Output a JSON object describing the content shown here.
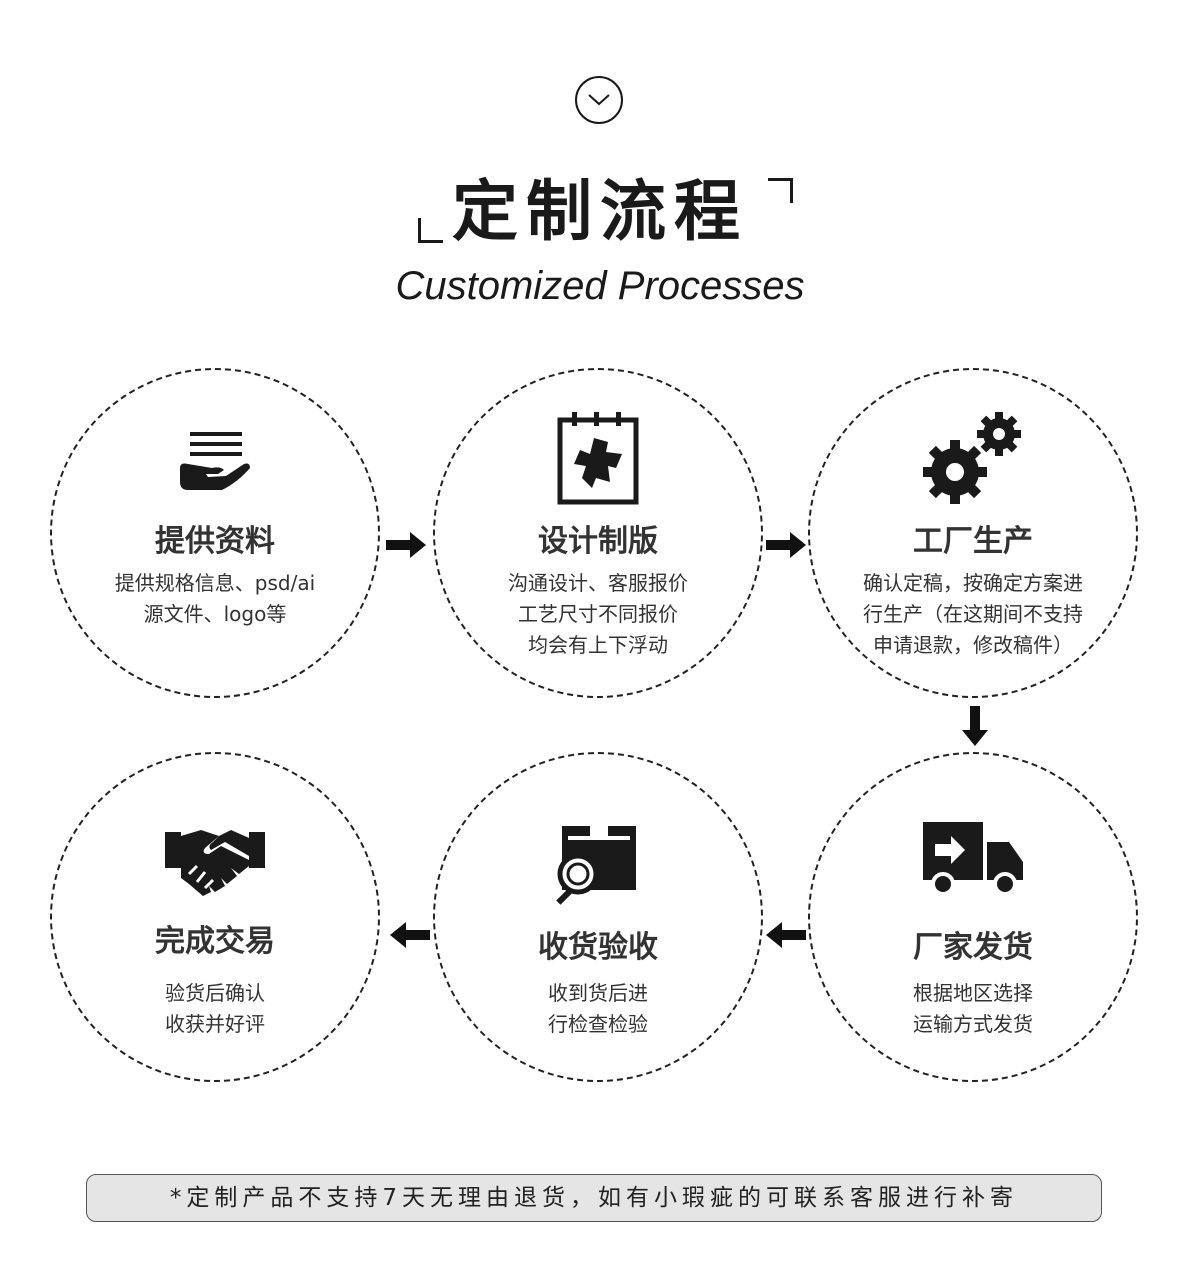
{
  "header": {
    "title_cn": "定制流程",
    "title_en": "Customized Processes"
  },
  "steps": [
    {
      "name": "提供资料",
      "icon": "hand-document-icon",
      "lines": [
        "提供规格信息、psd/ai",
        "源文件、logo等"
      ]
    },
    {
      "name": "设计制版",
      "icon": "calendar-design-icon",
      "lines": [
        "沟通设计、客服报价",
        "工艺尺寸不同报价",
        "均会有上下浮动"
      ]
    },
    {
      "name": "工厂生产",
      "icon": "gears-icon",
      "lines": [
        "确认定稿，按确定方案进",
        "行生产（在这期间不支持",
        "申请退款，修改稿件）"
      ]
    },
    {
      "name": "厂家发货",
      "icon": "delivery-truck-icon",
      "lines": [
        "根据地区选择",
        "运输方式发货"
      ]
    },
    {
      "name": "收货验收",
      "icon": "box-inspect-icon",
      "lines": [
        "收到货后进",
        "行检查检验"
      ]
    },
    {
      "name": "完成交易",
      "icon": "handshake-icon",
      "lines": [
        "验货后确认",
        "收获并好评"
      ]
    }
  ],
  "notice": "*定制产品不支持7天无理由退货，如有小瑕疵的可联系客服进行补寄",
  "colors": {
    "primary": "#1a1a1a",
    "notice_bg": "#e5e5e5"
  }
}
